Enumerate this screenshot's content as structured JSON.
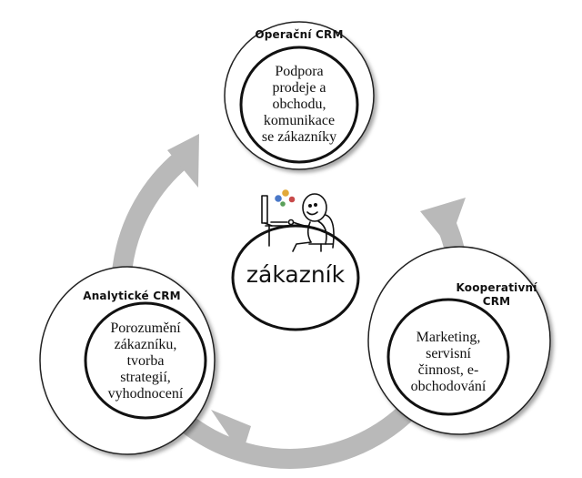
{
  "center": {
    "label": "zákazník"
  },
  "nodes": {
    "top": {
      "title": "Operační CRM",
      "text": [
        "Podpora",
        "prodeje a",
        "obchodu,",
        "komunikace",
        "se  zákazníky"
      ]
    },
    "left": {
      "title": "Analytické CRM",
      "text": [
        "Porozumění",
        "zákazníku,",
        "tvorba",
        "strategií,",
        "vyhodnocení"
      ]
    },
    "right": {
      "title": [
        "Kooperativní",
        "CRM"
      ],
      "text": [
        "Marketing,",
        "servisní",
        "činnost, e-",
        "obchodování"
      ]
    }
  },
  "colors": {
    "arrow": "#b9b9b9",
    "stroke": "#222222",
    "background": "#ffffff"
  },
  "icons": {
    "center_illustration": "person-at-computer-icon"
  }
}
